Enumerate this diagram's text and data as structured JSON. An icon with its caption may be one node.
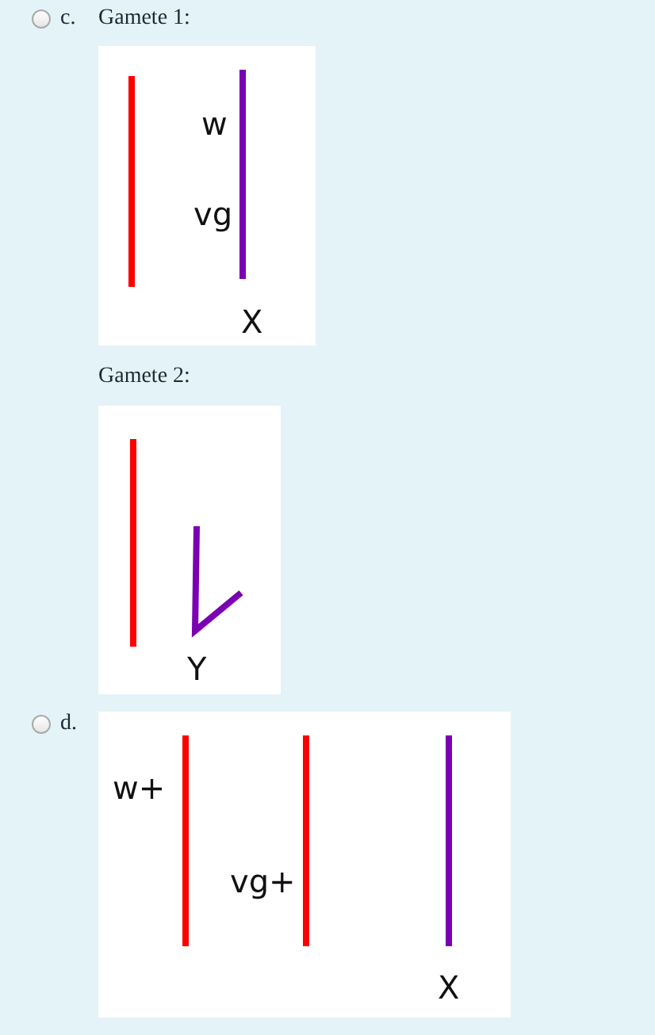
{
  "diagram": {
    "nodes": [
      {
        "text": [
          "w",
          "vg",
          "X"
        ]
      },
      {
        "text": [
          "Y"
        ]
      },
      {
        "text": [
          "w+",
          "vg+",
          "X"
        ]
      }
    ],
    "labels": [
      "c.",
      "Gamete 1:",
      "Gamete 2:",
      "d."
    ]
  }
}
